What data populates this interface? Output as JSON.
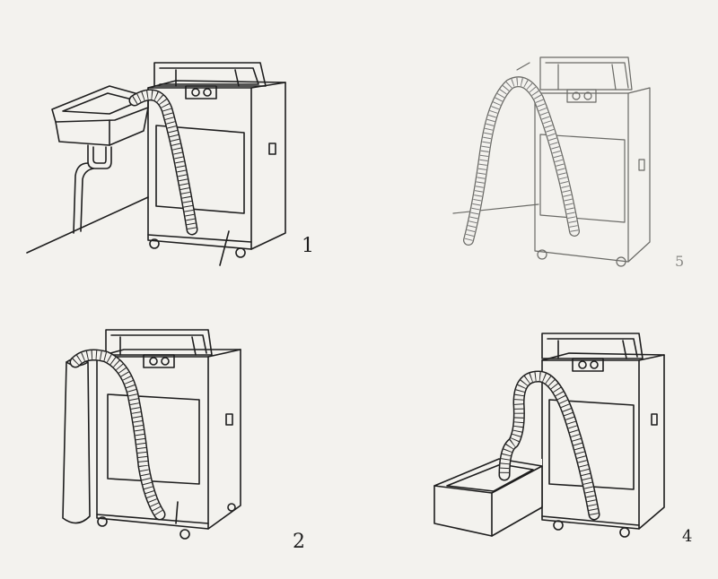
{
  "panels": [
    {
      "label": "1"
    },
    {
      "label": "5"
    },
    {
      "label": "2"
    },
    {
      "label": "4"
    }
  ],
  "colors": {
    "ink": "#1e1e1e",
    "faint_ink": "#6a6a66",
    "paper": "#f3f2ee"
  }
}
